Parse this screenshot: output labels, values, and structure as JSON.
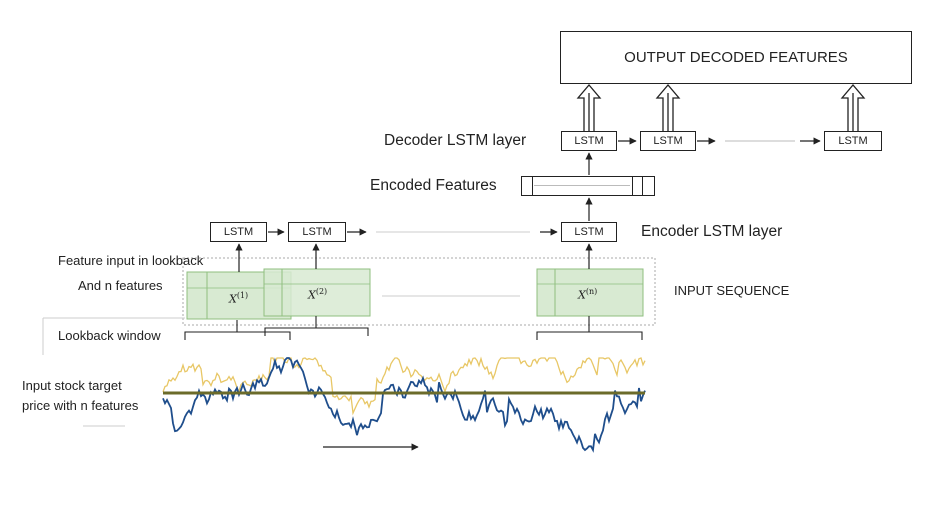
{
  "output": {
    "label": "OUTPUT DECODED FEATURES"
  },
  "decoder": {
    "title": "Decoder LSTM layer",
    "cells": [
      "LSTM",
      "LSTM",
      "LSTM"
    ]
  },
  "encoded": {
    "title": "Encoded Features"
  },
  "encoder": {
    "title": "Encoder LSTM layer",
    "cells": [
      "LSTM",
      "LSTM",
      "LSTM"
    ]
  },
  "labels": {
    "feature_input": "Feature input in lookback",
    "n_features": "And n features",
    "lookback_window": "Lookback window",
    "input_stock_line1": "Input stock target",
    "input_stock_line2": "price with n features",
    "input_sequence": "INPUT SEQUENCE"
  },
  "sequence": {
    "x1_base": "X",
    "x1_sup": "(1)",
    "x2_base": "X",
    "x2_sup": "(2)",
    "xn_base": "X",
    "xn_sup": "(n)"
  },
  "colors": {
    "series_blue": "#1f4e8c",
    "series_yellow": "#e8c766",
    "series_olive": "#6b6b2a",
    "green_fill": "#d8ead2",
    "green_border": "#8fbf7f"
  }
}
